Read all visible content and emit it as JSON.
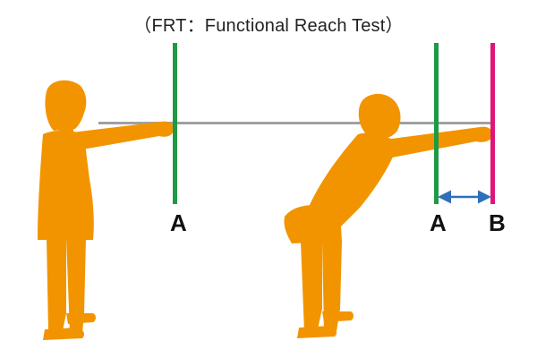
{
  "title": "（FRT：Functional Reach Test）",
  "labels": {
    "left_line": "A",
    "right_line_a": "A",
    "right_line_b": "B"
  },
  "colors": {
    "figure": "#F29400",
    "line_a": "#1E9A45",
    "line_b": "#E0157A",
    "reach_bar": "#A0A0A0",
    "arrow": "#2E6FB7"
  }
}
